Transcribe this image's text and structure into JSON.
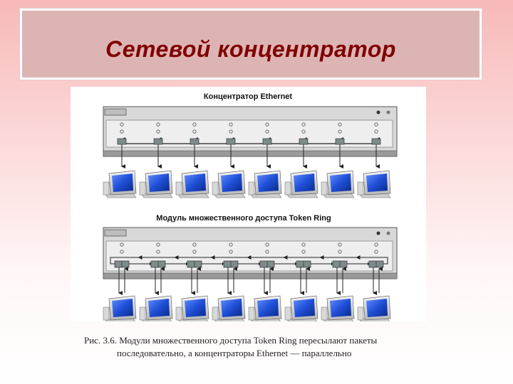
{
  "slide": {
    "title": "Сетевой концентратор"
  },
  "diagram": {
    "ethernet_heading": "Концентратор Ethernet",
    "token_ring_heading": "Модуль множественного доступа Token Ring",
    "ports_per_device": 8,
    "colors": {
      "title_text": "#800000",
      "title_box": "#ddb4b4",
      "device_gray": "#c8c8c8",
      "screen_blue": "#1f4fd6"
    }
  },
  "caption": {
    "line1": "Рис. 3.6.   Модули множественного доступа Token Ring пересылают пакеты",
    "line2": "последовательно, а концентраторы Ethernet — параллельно"
  }
}
